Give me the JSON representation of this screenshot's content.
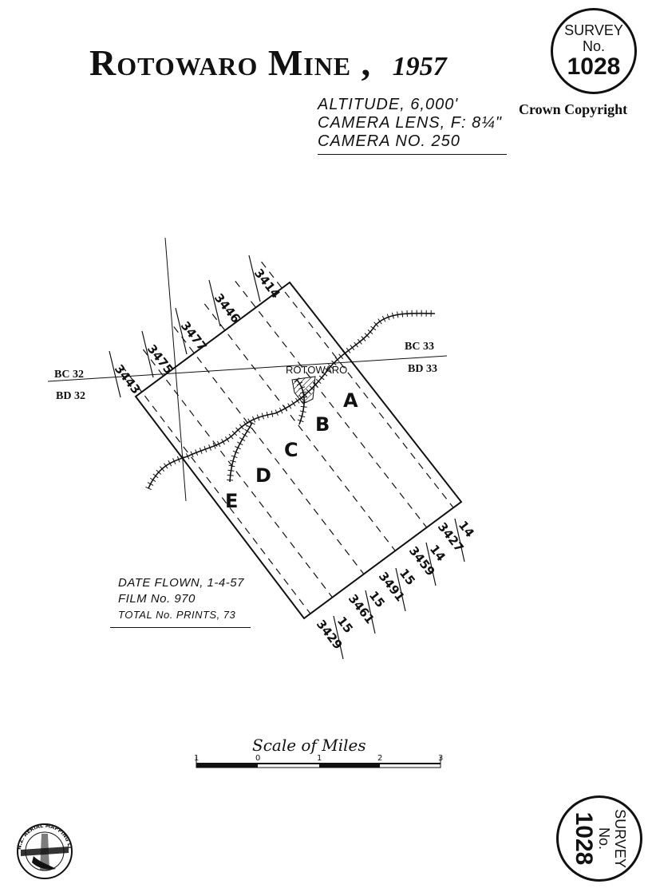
{
  "title": {
    "name": "Rotowaro Mine",
    "separator": ",",
    "year": "1957"
  },
  "specs": {
    "altitude": "ALTITUDE, 6,000'",
    "camera_lens": "CAMERA LENS, F: 8¼\"",
    "camera_no": "CAMERA NO. 250"
  },
  "copyright": "Crown Copyright",
  "stamp": {
    "line1": "SURVEY",
    "line2": "No.",
    "number": "1028"
  },
  "flight_info": {
    "date_flown": "DATE FLOWN, 1-4-57",
    "film_no": "FILM No. 970",
    "total_prints": "TOTAL No. PRINTS, 73"
  },
  "map": {
    "place_name": "ROTOWARO",
    "grid_labels": {
      "nw_upper": "BC 32",
      "nw_lower": "BD 32",
      "ne_upper": "BC 33",
      "ne_lower": "BD 33"
    },
    "strip_labels": [
      "A",
      "B",
      "C",
      "D",
      "E"
    ],
    "start_frames": [
      "3414",
      "3446",
      "3477",
      "3475",
      "3443"
    ],
    "end_frames": [
      "3427",
      "3459",
      "3491",
      "3461",
      "3429"
    ],
    "end_marks": [
      "14",
      "14",
      "15",
      "15",
      "15"
    ]
  },
  "scale": {
    "title": "Scale of Miles",
    "ticks": [
      "1",
      "0",
      "1",
      "2",
      "3"
    ]
  },
  "logo": {
    "text": "N.Z. AERIAL MAPPING LTD."
  }
}
